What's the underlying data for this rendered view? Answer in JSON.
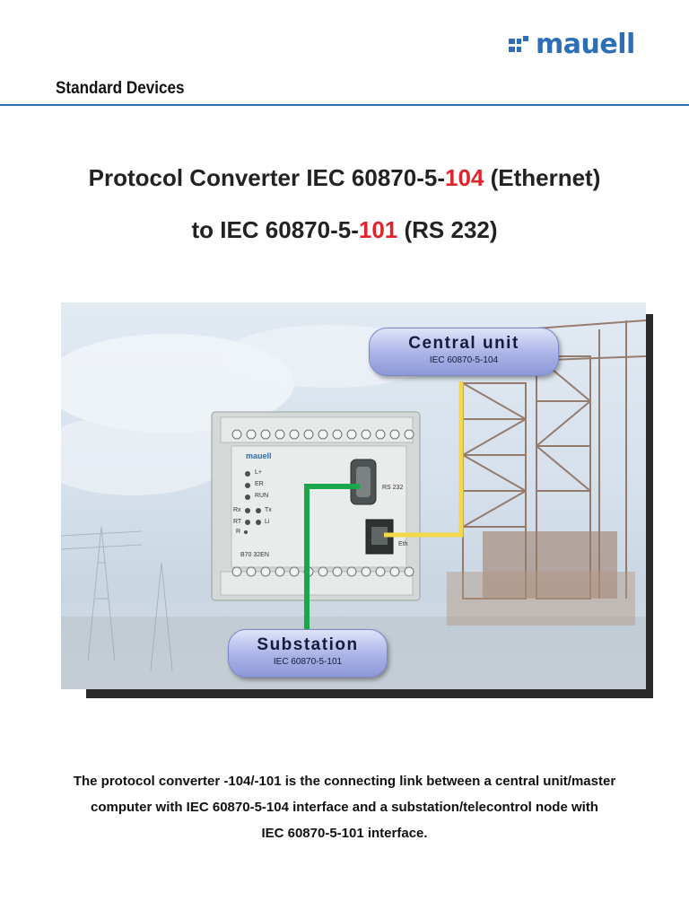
{
  "brand": {
    "name": "mauell",
    "color": "#2c6fb6"
  },
  "header": {
    "section": "Standard Devices"
  },
  "title": {
    "line1_prefix": "Protocol Converter IEC 60870-5-",
    "line1_highlight": "104",
    "line1_suffix": " (Ethernet)",
    "line2_prefix": "to IEC 60870-5-",
    "line2_highlight": "101",
    "line2_suffix": " (RS 232)",
    "highlight_color": "#e0242b"
  },
  "figure": {
    "central_unit": {
      "title": "Central unit",
      "subtitle": "IEC 60870-5-104"
    },
    "substation": {
      "title": "Substation",
      "subtitle": "IEC 60870-5-101"
    },
    "device": {
      "brand": "mauell",
      "model": "B70 32EN",
      "port_rs232": "RS 232",
      "port_eth": "Eth",
      "leds": [
        "L+",
        "ER",
        "RUN"
      ],
      "led_rx": "Rx",
      "led_tx": "Tx",
      "led_rt": "RT",
      "led_li": "Li",
      "led_r": "R"
    },
    "link_colors": {
      "rs232": "#1aa64a",
      "ethernet": "#f2d84a"
    }
  },
  "caption": {
    "line1": "The protocol converter -104/-101 is the connecting link between a central unit/master",
    "line2": "computer with IEC 60870-5-104 interface and a substation/telecontrol node with",
    "line3": "IEC 60870-5-101 interface."
  }
}
